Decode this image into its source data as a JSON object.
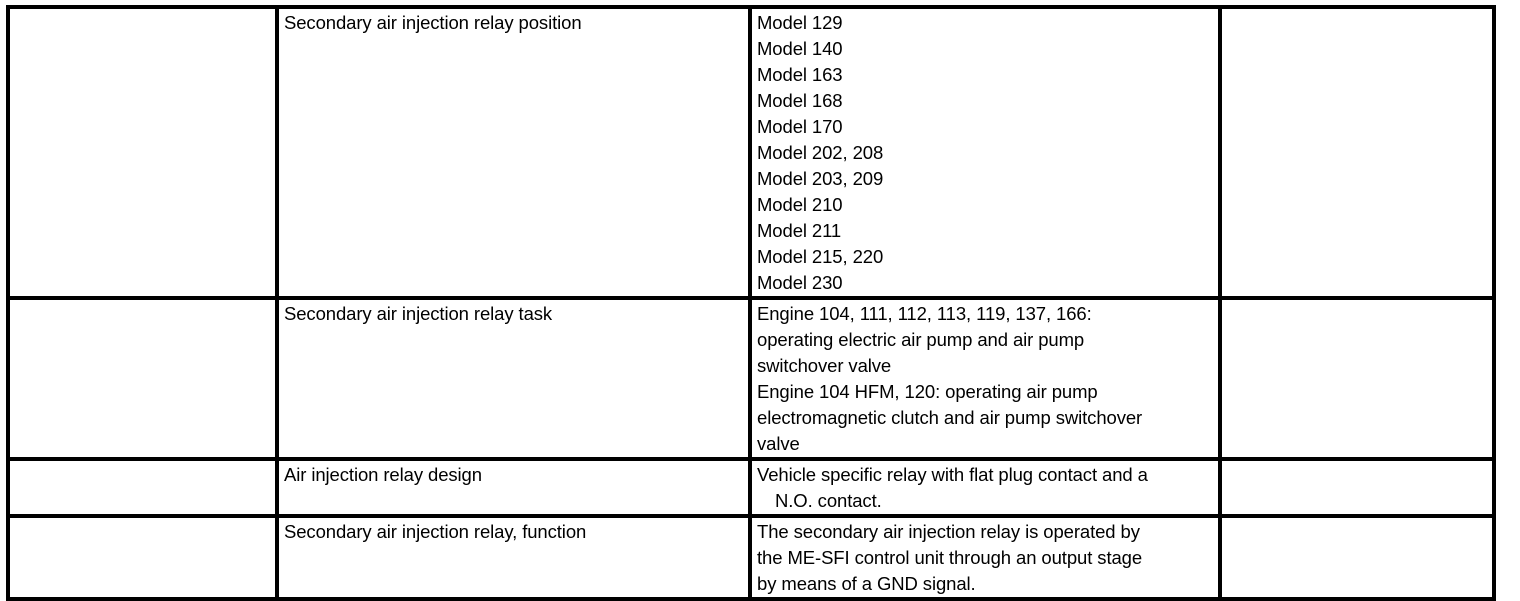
{
  "document": {
    "title": "Secondary air injection relay specification table",
    "background_color": "#ffffff",
    "text_color": "#000000",
    "border_color": "#000000"
  },
  "table": {
    "columns": [
      {
        "key": "index",
        "label": ""
      },
      {
        "key": "attribute",
        "label": ""
      },
      {
        "key": "value",
        "label": ""
      },
      {
        "key": "notes",
        "label": ""
      }
    ],
    "rows": [
      {
        "id": "relay-position",
        "index": "",
        "attribute": "Secondary air injection relay position",
        "value_lines": [
          "Model 129",
          "Model 140",
          "Model 163",
          "Model 168",
          "Model 170",
          "Model 202, 208",
          "Model 203, 209",
          "Model 210",
          "Model 211",
          "Model 215, 220",
          "Model 230"
        ],
        "notes": ""
      },
      {
        "id": "relay-task",
        "index": "",
        "attribute": "Secondary air injection relay task",
        "value_lines": [
          "Engine 104, 111, 112, 113, 119, 137, 166:",
          "operating electric air pump and air pump",
          "switchover valve",
          "Engine 104 HFM, 120: operating air pump",
          "electromagnetic clutch and air pump switchover",
          "valve"
        ],
        "notes": ""
      },
      {
        "id": "relay-design",
        "index": "",
        "attribute": "Air injection relay design",
        "value_lines": [
          "Vehicle specific relay with flat plug contact and a",
          "N.O. contact."
        ],
        "notes": ""
      },
      {
        "id": "relay-function",
        "index": "",
        "attribute": "Secondary air injection relay, function",
        "value_lines": [
          "The secondary air injection relay is operated by",
          "the ME-SFI control unit through an output stage",
          "by means of a GND signal."
        ],
        "notes": ""
      }
    ]
  }
}
